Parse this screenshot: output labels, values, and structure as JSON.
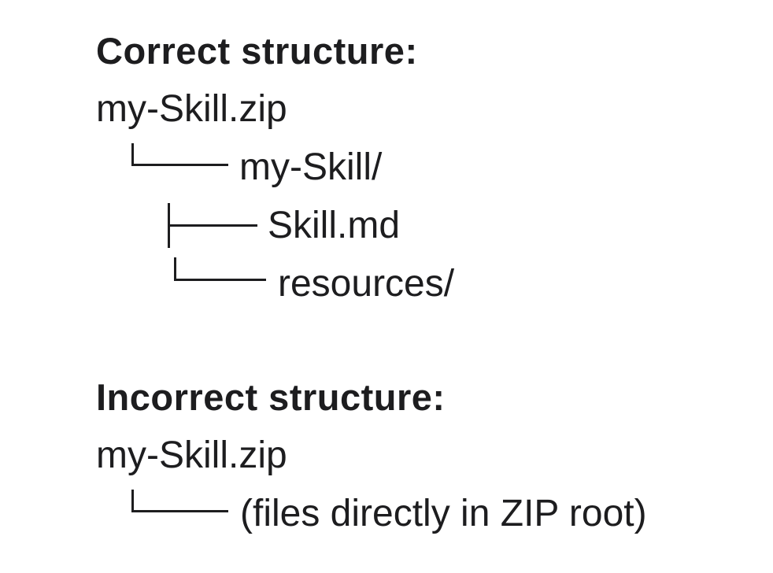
{
  "page": {
    "background_color": "#ffffff",
    "text_color": "#1d1d1f"
  },
  "sections": [
    {
      "heading": "Correct structure:",
      "root": "my-Skill.zip",
      "children": [
        {
          "connector": "elbow",
          "depth": 1,
          "label": "my-Skill/"
        },
        {
          "connector": "tee",
          "depth": 2,
          "label": "Skill.md"
        },
        {
          "connector": "elbow",
          "depth": 2,
          "label": "resources/"
        }
      ]
    },
    {
      "heading": "Incorrect structure:",
      "root": "my-Skill.zip",
      "children": [
        {
          "connector": "elbow",
          "depth": 1,
          "label": "(files directly in ZIP root)"
        }
      ]
    }
  ]
}
